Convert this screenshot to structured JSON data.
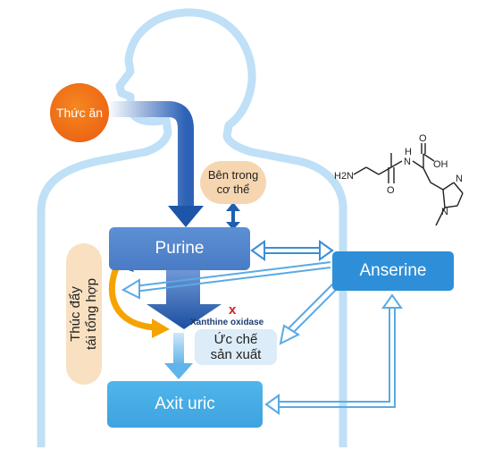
{
  "nodes": {
    "food": "Thức ăn",
    "inside_body_line1": "Bên trong",
    "inside_body_line2": "cơ thể",
    "purine": "Purine",
    "anserine": "Anserine",
    "uric_acid": "Axit uric",
    "promote_line1": "Thúc đẩy",
    "promote_line2": "tái tổng hợp",
    "inhibit_line1": "Ức chế",
    "inhibit_line2": "sản xuất",
    "xanthine_oxidase": "Xanthine oxidase",
    "x_mark": "x"
  },
  "molecule": {
    "labels": [
      "H2N",
      "N",
      "H",
      "O",
      "OH",
      "O",
      "N",
      "N"
    ]
  },
  "colors": {
    "body_outline": "#bfe0f6",
    "purine": "#4a7cc6",
    "anserine": "#2e8fd8",
    "uric_acid": "#3ea3e0",
    "food": "#e85a11",
    "arrow_dark": "#1f5fb0",
    "cycle_arrow": "#f5a300",
    "inhibit_x": "#d4202a"
  },
  "icons": [
    "human-silhouette-icon",
    "anserine-molecule-icon",
    "cycle-arrow-icon"
  ]
}
